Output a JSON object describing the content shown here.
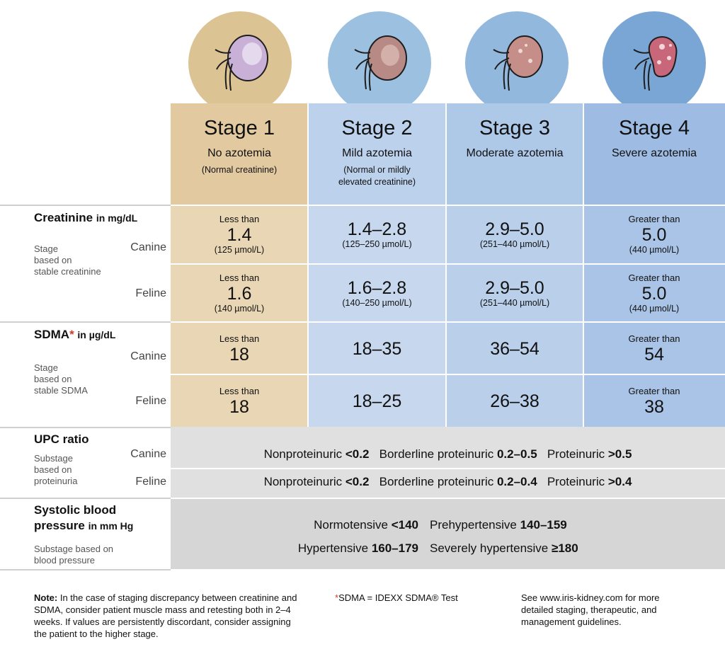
{
  "stages": [
    {
      "title": "Stage 1",
      "azotemia": "No azotemia",
      "note": "(Normal creatinine)"
    },
    {
      "title": "Stage 2",
      "azotemia": "Mild azotemia",
      "note": "(Normal or mildly elevated creatinine)"
    },
    {
      "title": "Stage 3",
      "azotemia": "Moderate azotemia",
      "note": ""
    },
    {
      "title": "Stage 4",
      "azotemia": "Severe azotemia",
      "note": ""
    }
  ],
  "creatinine": {
    "title": "Creatinine",
    "unit": "in mg/dL",
    "desc1": "Stage",
    "desc2": "based on",
    "desc3": "stable creatinine",
    "canine_label": "Canine",
    "feline_label": "Feline",
    "canine": [
      {
        "pre": "Less than",
        "value": "1.4",
        "unit": "(125 µmol/L)"
      },
      {
        "pre": "",
        "value": "1.4–2.8",
        "unit": "(125–250 µmol/L)"
      },
      {
        "pre": "",
        "value": "2.9–5.0",
        "unit": "(251–440 µmol/L)"
      },
      {
        "pre": "Greater than",
        "value": "5.0",
        "unit": "(440 µmol/L)"
      }
    ],
    "feline": [
      {
        "pre": "Less than",
        "value": "1.6",
        "unit": "(140 µmol/L)"
      },
      {
        "pre": "",
        "value": "1.6–2.8",
        "unit": "(140–250 µmol/L)"
      },
      {
        "pre": "",
        "value": "2.9–5.0",
        "unit": "(251–440 µmol/L)"
      },
      {
        "pre": "Greater than",
        "value": "5.0",
        "unit": "(440 µmol/L)"
      }
    ]
  },
  "sdma": {
    "title": "SDMA",
    "asterisk": "*",
    "unit": "in µg/dL",
    "desc1": "Stage",
    "desc2": "based on",
    "desc3": "stable SDMA",
    "canine_label": "Canine",
    "feline_label": "Feline",
    "canine": [
      {
        "pre": "Less than",
        "value": "18"
      },
      {
        "pre": "",
        "value": "18–35"
      },
      {
        "pre": "",
        "value": "36–54"
      },
      {
        "pre": "Greater than",
        "value": "54"
      }
    ],
    "feline": [
      {
        "pre": "Less than",
        "value": "18"
      },
      {
        "pre": "",
        "value": "18–25"
      },
      {
        "pre": "",
        "value": "26–38"
      },
      {
        "pre": "Greater than",
        "value": "38"
      }
    ]
  },
  "upc": {
    "title": "UPC ratio",
    "desc1": "Substage",
    "desc2": "based on",
    "desc3": "proteinuria",
    "canine_label": "Canine",
    "feline_label": "Feline",
    "canine": {
      "a": "Nonproteinuric",
      "av": "<0.2",
      "b": "Borderline proteinuric",
      "bv": "0.2–0.5",
      "c": "Proteinuric",
      "cv": ">0.5"
    },
    "feline": {
      "a": "Nonproteinuric",
      "av": "<0.2",
      "b": "Borderline proteinuric",
      "bv": "0.2–0.4",
      "c": "Proteinuric",
      "cv": ">0.4"
    }
  },
  "bp": {
    "title1": "Systolic blood",
    "title2": "pressure",
    "unit": "in mm Hg",
    "desc1": "Substage based on",
    "desc2": "blood pressure",
    "line1": {
      "a": "Normotensive",
      "av": "<140",
      "b": "Prehypertensive",
      "bv": "140–159"
    },
    "line2": {
      "a": "Hypertensive",
      "av": "160–179",
      "b": "Severely hypertensive",
      "bv": "≥180"
    }
  },
  "footer": {
    "note_label": "Note:",
    "note_text": "In the case of staging discrepancy between creatinine and SDMA, consider patient muscle mass and retesting both in 2–4 weeks. If values are persistently discordant, consider assigning the patient to the higher stage.",
    "sdma_asterisk": "*",
    "sdma_def": "SDMA = IDEXX SDMA® Test",
    "see_text": "See www.iris-kidney.com for more detailed staging, therapeutic, and management guidelines."
  },
  "colors": {
    "stage1": "#e8d6b4",
    "stage2": "#c7d8ee",
    "stage3": "#b9cfea",
    "stage4": "#a9c4e6",
    "asterisk": "#d03a2a"
  }
}
